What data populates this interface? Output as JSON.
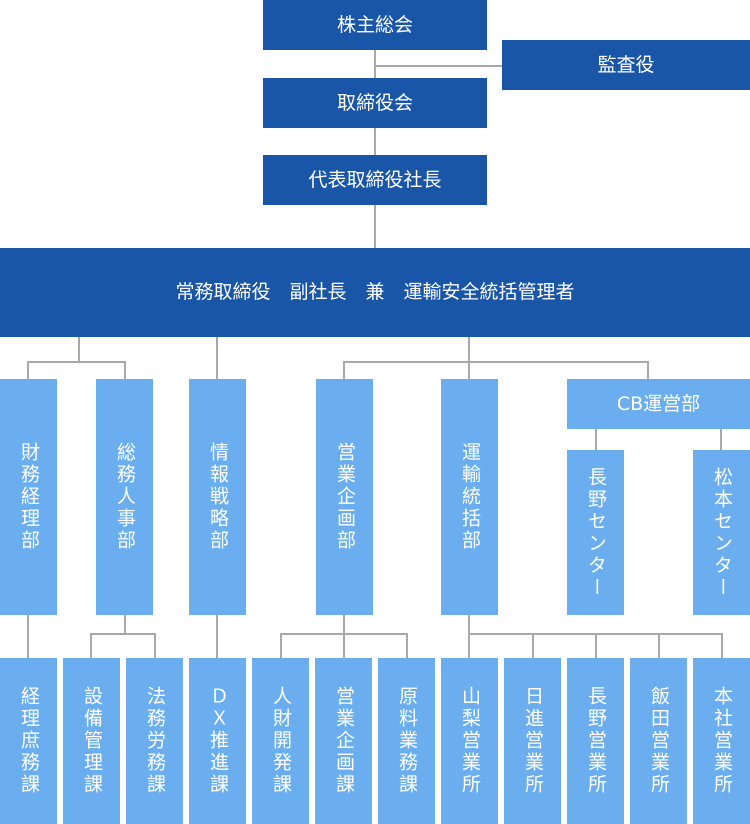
{
  "top": {
    "shareholders": "株主総会",
    "auditor": "監査役",
    "board": "取締役会",
    "president": "代表取締役社長",
    "vp": "常務取締役　副社長　兼　運輸安全統括管理者"
  },
  "departments": {
    "finance": "財務経理部",
    "general_affairs": "総務人事部",
    "info_strategy": "情報戦略部",
    "sales_planning": "営業企画部",
    "transport": "運輸統括部",
    "cb_ops": "CB運営部",
    "nagano_center": "長野センター",
    "matsumoto_center": "松本センター"
  },
  "sections": {
    "accounting": "経理庶務課",
    "facilities": "設備管理課",
    "legal_labor": "法務労務課",
    "dx": "ＤＸ推進課",
    "hr_dev": "人財開発課",
    "sales_plan": "営業企画課",
    "cost_ops": "原料業務課",
    "yamanashi": "山梨営業所",
    "nisshin": "日進営業所",
    "nagano": "長野営業所",
    "iida": "飯田営業所",
    "head_office": "本社営業所"
  },
  "colors": {
    "dark": "#1a56a8",
    "light": "#6aaef0",
    "connector": "#a9a9a9"
  }
}
